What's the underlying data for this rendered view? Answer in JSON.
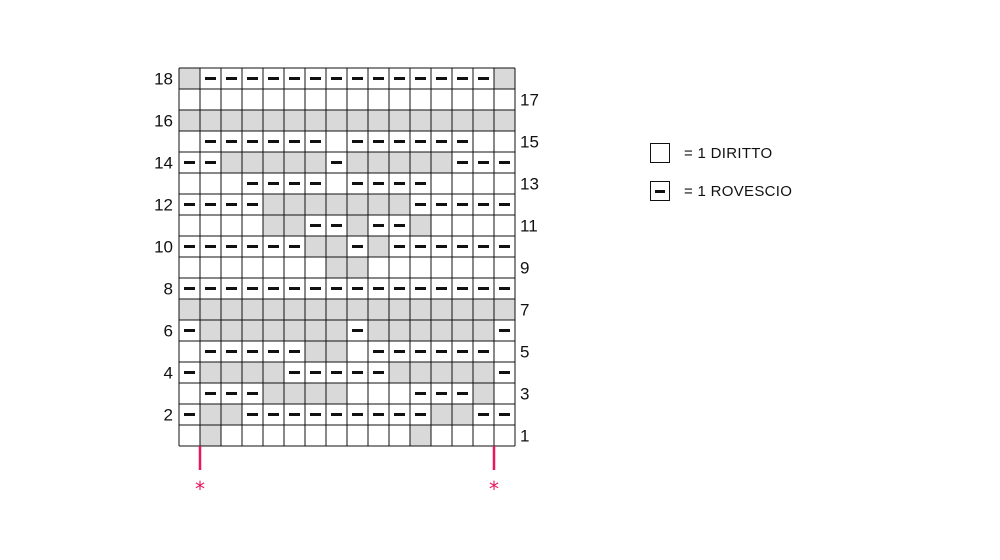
{
  "chart": {
    "rows_top_to_bottom": [
      "G--------------G",
      "................",
      "GGGGGGGGGGGGGGGG",
      ".------.------..",
      "--GGGGG-GGGGG---",
      "...----.----....",
      "----GGGGGGG-----",
      "....GG--G--G....",
      "------GG-G------",
      ".......GG.......",
      "----------------",
      "GGGGGGGGGGGGGGGG",
      "-GGGGGGG-GGGGGG-",
      ".-----GG.------.",
      "-GGGG-----GGGGG-",
      ".---GGGG...---G.",
      "-GG---------GG--",
      ".G.........G...."
    ],
    "cell_legend": {
      ".": "knit",
      "-": "purl",
      "G": "shaded"
    },
    "left_row_labels": [
      "18",
      "16",
      "14",
      "12",
      "10",
      "8",
      "6",
      "4",
      "2"
    ],
    "right_row_labels": [
      "17",
      "15",
      "13",
      "11",
      "9",
      "7",
      "5",
      "3",
      "1"
    ],
    "repeat_marker": "*",
    "colors": {
      "shade": "#d9d9d9",
      "grid": "#111111",
      "purl_mark": "#111111",
      "marker": "#e8175d"
    }
  },
  "legend": {
    "knit_label": "= 1 DIRITTO",
    "purl_label": "= 1 ROVESCIO"
  }
}
